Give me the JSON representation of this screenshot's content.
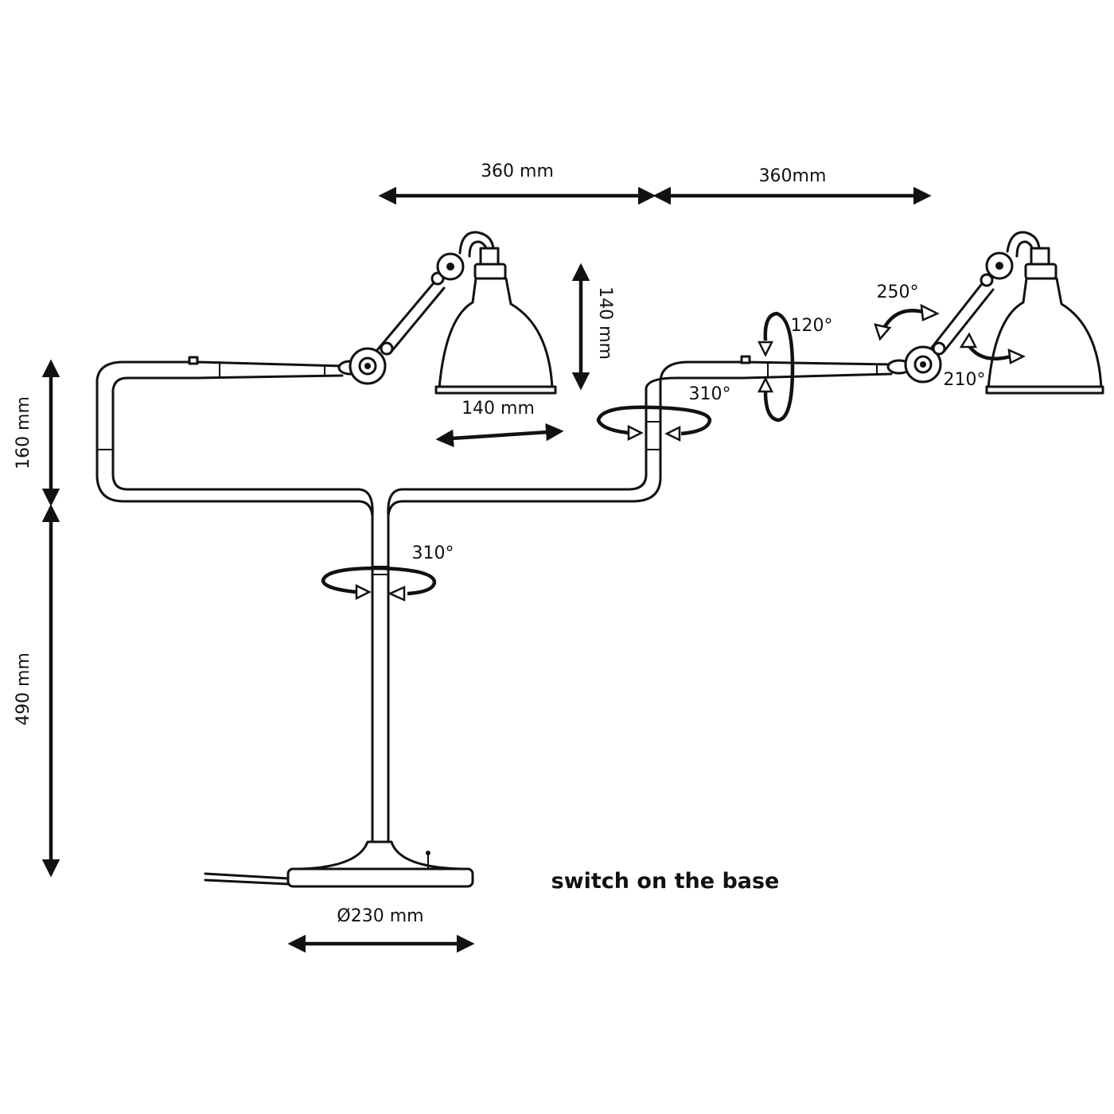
{
  "dimensions": {
    "left_reach": "360 mm",
    "right_reach": "360mm",
    "shade_height": "140 mm",
    "shade_width": "140 mm",
    "upper_height": "160 mm",
    "stem_height": "490 mm",
    "base_diameter": "Ø230 mm"
  },
  "rotations": {
    "elbow_rotation": "310°",
    "stem_rotation": "310°",
    "shoulder_tilt": "120°",
    "arm_swing": "250°",
    "shade_tilt": "210°"
  },
  "note": "switch on the base"
}
